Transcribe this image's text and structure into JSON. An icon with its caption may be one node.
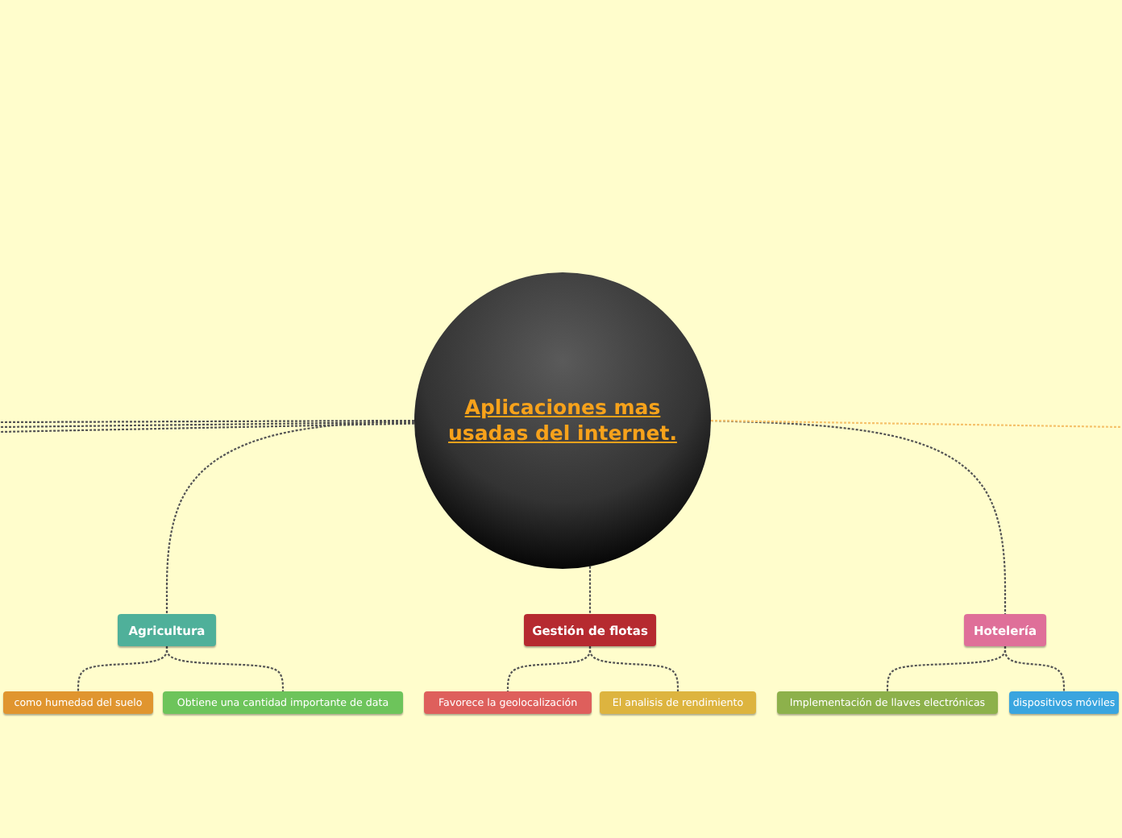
{
  "diagram": {
    "nodes": [
      {
        "text": [
          "Aplicaciones mas usadas del internet."
        ]
      },
      {
        "text": [
          "Agricultura"
        ]
      },
      {
        "text": [
          "Gestión de flotas"
        ]
      },
      {
        "text": [
          "Hotelería"
        ]
      },
      {
        "text": [
          "como humedad del suelo"
        ]
      },
      {
        "text": [
          "Obtiene una cantidad importante de data"
        ]
      },
      {
        "text": [
          "Favorece la geolocalización"
        ]
      },
      {
        "text": [
          "El analisis de rendimiento"
        ]
      },
      {
        "text": [
          "Implementación de llaves electrónicas"
        ]
      },
      {
        "text": [
          "dispositivos móviles"
        ]
      }
    ],
    "edges": [
      {
        "from": 0,
        "to": 1,
        "arrow": "none"
      },
      {
        "from": 0,
        "to": 2,
        "arrow": "none"
      },
      {
        "from": 0,
        "to": 3,
        "arrow": "none"
      },
      {
        "from": 1,
        "to": 4,
        "arrow": "none"
      },
      {
        "from": 1,
        "to": 5,
        "arrow": "none"
      },
      {
        "from": 2,
        "to": 6,
        "arrow": "none"
      },
      {
        "from": 2,
        "to": 7,
        "arrow": "none"
      },
      {
        "from": 3,
        "to": 8,
        "arrow": "none"
      },
      {
        "from": 3,
        "to": 9,
        "arrow": "none"
      },
      {
        "from": 0,
        "to": null,
        "arrow": "none"
      },
      {
        "from": 0,
        "to": null,
        "arrow": "none"
      },
      {
        "from": 0,
        "to": null,
        "arrow": "none"
      },
      {
        "from": 0,
        "to": null,
        "arrow": "none",
        "color": "#f5c26b"
      }
    ]
  }
}
